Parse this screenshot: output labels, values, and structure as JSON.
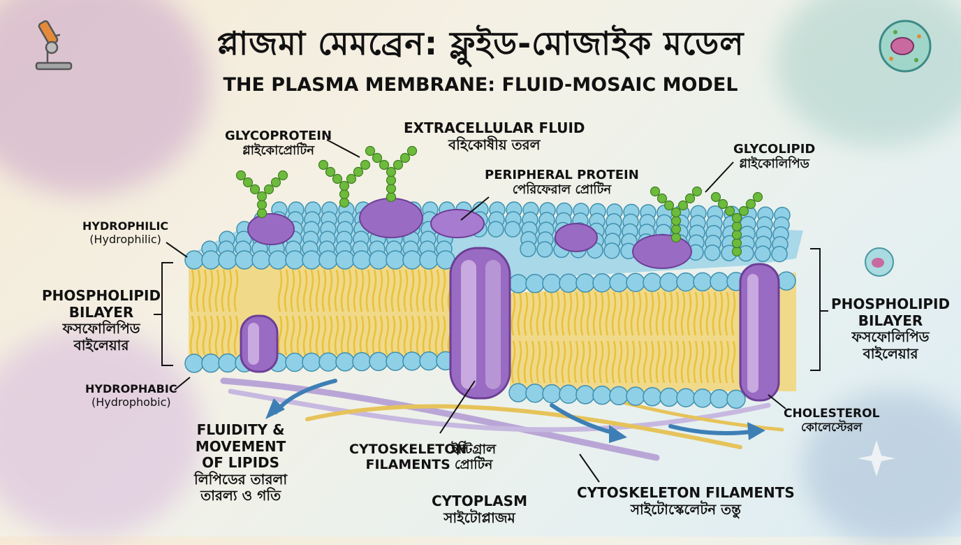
{
  "title_bn": "প্লাজমা মেমব্রেন: ফ্লুইড-মোজাইক মডেল",
  "title_en": "THE PLASMA MEMBRANE: FLUID-MOSAIC MODEL",
  "labels": {
    "glycoprotein_en": "GLYCOPROTEIN",
    "glycoprotein_bn": "গ্লাইকোপ্রোটিন",
    "extracellular_en": "EXTRACELLULAR FLUID",
    "extracellular_bn": "বহিকোষীয় তরল",
    "peripheral_en": "PERIPHERAL PROTEIN",
    "peripheral_bn": "পেরিফেরাল প্রোটিন",
    "glycolipid_en": "GLYCOLIPID",
    "glycolipid_bn": "গ্লাইকোলিপিড",
    "hydrophilic_en": "HYDROPHILIC",
    "hydrophilic_paren": "(Hydrophilic)",
    "bilayer_left_en1": "PHOSPHOLIPID",
    "bilayer_left_en2": "BILAYER",
    "bilayer_left_bn1": "ফসফোলিপিড",
    "bilayer_left_bn2": "বাইলেয়ার",
    "bilayer_right_en1": "PHOSPHOLIPID",
    "bilayer_right_en2": "BILAYER",
    "bilayer_right_bn1": "ফসফোলিপিড",
    "bilayer_right_bn2": "বাইলেয়ার",
    "hydrophobic_en": "HYDROPHABIC",
    "hydrophobic_paren": "(Hydrophobic)",
    "fluidity_en1": "FLUIDITY &",
    "fluidity_en2": "MOVEMENT",
    "fluidity_en3": "OF LIPIDS",
    "fluidity_bn1": "লিপিডের তারলা",
    "fluidity_bn2": "তারল্য ও গতি",
    "cyto_filaments_en1": "CYTOSKELETON",
    "cyto_filaments_en2": "FILAMENTS",
    "integral_bn1": "ইন্টিগ্রাল",
    "integral_bn2": "প্রোটিন",
    "cytoplasm_en": "CYTOPLASM",
    "cytoplasm_bn": "সাইটোপ্লাজম",
    "cyto_filaments2_en": "CYTOSKELETON FILAMENTS",
    "cyto_filaments2_bn": "সাইটোস্কেলেটন তন্তু",
    "cholesterol_en": "CHOLESTEROL",
    "cholesterol_bn": "কোলেস্টেরল"
  },
  "colors": {
    "head": "#8fd0e6",
    "head_stroke": "#3f8fae",
    "tail": "#e8c23a",
    "protein": "#9a6bc2",
    "protein_dark": "#6c3f96",
    "sugar": "#6dbb3c",
    "filament_purple": "#b9a6d6",
    "filament_yellow": "#e6c35a",
    "arrow": "#3d7fb5"
  },
  "icons": [
    "microscope-icon",
    "cell-icon",
    "cell-small-icon",
    "sparkle-icon"
  ]
}
